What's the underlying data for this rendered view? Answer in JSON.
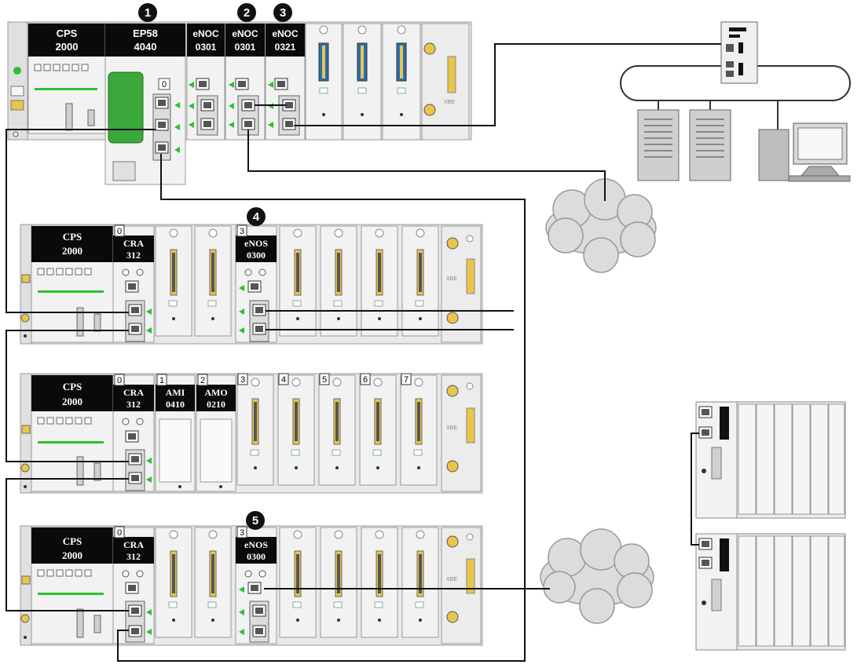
{
  "main_rack": {
    "modules": [
      {
        "line1": "CPS",
        "line2": "2000"
      },
      {
        "line1": "EP58",
        "line2": "4040"
      },
      {
        "line1": "eNOC",
        "line2": "0301"
      },
      {
        "line1": "eNOC",
        "line2": "0301"
      },
      {
        "line1": "eNOC",
        "line2": "0321"
      }
    ],
    "slot_number": "0",
    "xbe_mark": "XBE"
  },
  "drop_1": {
    "cps": {
      "line1": "CPS",
      "line2": "2000"
    },
    "cra": {
      "slot": "0",
      "line1": "CRA",
      "line2": "312"
    },
    "enos": {
      "slot": "3",
      "line1": "eNOS",
      "line2": "0300"
    },
    "xbe_mark": "XBE"
  },
  "drop_2": {
    "cps": {
      "line1": "CPS",
      "line2": "2000"
    },
    "cra": {
      "slot": "0",
      "line1": "CRA",
      "line2": "312"
    },
    "ami": {
      "slot": "1",
      "line1": "AMI",
      "line2": "0410"
    },
    "amo": {
      "slot": "2",
      "line1": "AMO",
      "line2": "0210"
    },
    "slots": [
      "3",
      "4",
      "5",
      "6",
      "7"
    ],
    "xbe_mark": "XBE"
  },
  "drop_3": {
    "cps": {
      "line1": "CPS",
      "line2": "2000"
    },
    "cra": {
      "slot": "0",
      "line1": "CRA",
      "line2": "312"
    },
    "enos": {
      "slot": "3",
      "line1": "eNOS",
      "line2": "0300"
    },
    "xbe_mark": "XBE"
  },
  "callouts": [
    "1",
    "2",
    "3",
    "4",
    "5"
  ],
  "colors": {
    "module_black": "#0a0a0a",
    "rack_gray": "#eeeeee",
    "port_green": "#2fbf2f",
    "cpu_green": "#3aa83a",
    "connector_blue": "#2b6cb0",
    "connector_yellow": "#e8c64a",
    "cloud": "#dcdcdc"
  }
}
